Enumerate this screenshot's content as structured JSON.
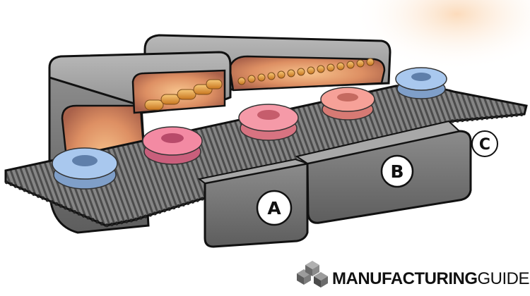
{
  "diagram": {
    "zone_labels": {
      "a": "A",
      "b": "B",
      "c": "C"
    }
  },
  "brand": {
    "name_bold": "MANUFACTURING",
    "name_light": "GUIDE",
    "logo_icon": "cube-cluster-icon"
  },
  "colors": {
    "oven_housing": "#8f8f8f",
    "oven_interior": "#d9926a",
    "heater_rods": "#e9a14a",
    "belt": "#6b6b6b",
    "part_cold": "#a9c8ee",
    "part_hot": "#f38aa3",
    "label_circle": "#ffffff"
  }
}
